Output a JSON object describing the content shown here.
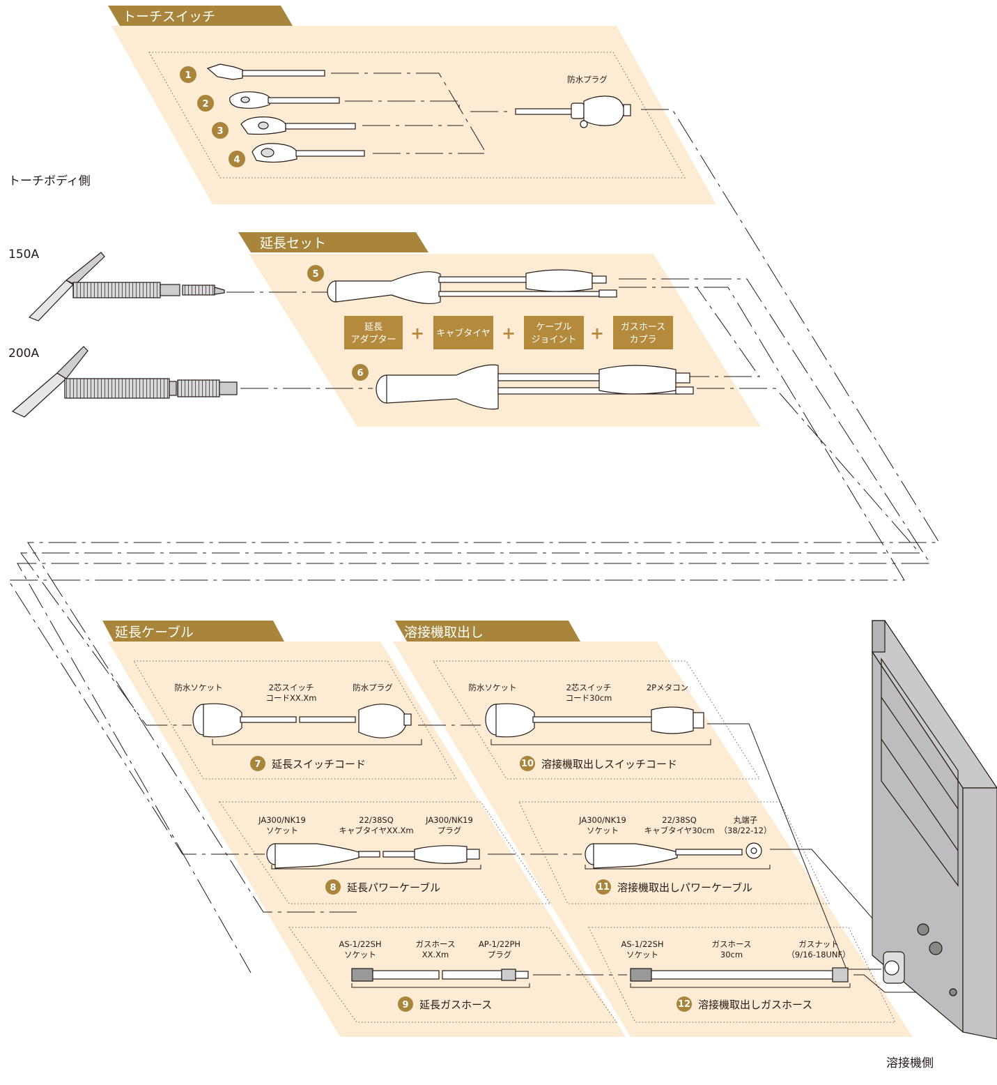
{
  "side_labels": {
    "torch_body": "トーチボディ側",
    "amp150": "150A",
    "amp200": "200A",
    "welder": "溶接機側"
  },
  "sections": {
    "torch_switch": "トーチスイッチ",
    "extension_set": "延長セット",
    "extension_cable": "延長ケーブル",
    "welder_output": "溶接機取出し"
  },
  "torch_switch": {
    "numbers": [
      "1",
      "2",
      "3",
      "4"
    ],
    "plug_label": "防水プラグ"
  },
  "extension_set": {
    "numbers": [
      "5",
      "6"
    ],
    "boxes": [
      {
        "line1": "延長",
        "line2": "アダプター"
      },
      {
        "line1": "キャブタイヤ",
        "line2": ""
      },
      {
        "line1": "ケーブル",
        "line2": "ジョイント"
      },
      {
        "line1": "ガスホース",
        "line2": "カプラ"
      }
    ],
    "plus": "+"
  },
  "extension_cable": {
    "switch": {
      "num": "7",
      "caption": "延長スイッチコード",
      "labels": [
        {
          "l1": "防水ソケット",
          "l2": ""
        },
        {
          "l1": "2芯スイッチ",
          "l2": "コードXX.Xm"
        },
        {
          "l1": "防水プラグ",
          "l2": ""
        }
      ]
    },
    "power": {
      "num": "8",
      "caption": "延長パワーケーブル",
      "labels": [
        {
          "l1": "JA300/NK19",
          "l2": "ソケット"
        },
        {
          "l1": "22/38SQ",
          "l2": "キャブタイヤXX.Xm"
        },
        {
          "l1": "JA300/NK19",
          "l2": "プラグ"
        }
      ]
    },
    "gas": {
      "num": "9",
      "caption": "延長ガスホース",
      "labels": [
        {
          "l1": "AS-1/22SH",
          "l2": "ソケット"
        },
        {
          "l1": "ガスホース",
          "l2": "XX.Xm"
        },
        {
          "l1": "AP-1/22PH",
          "l2": "プラグ"
        }
      ]
    }
  },
  "welder_output": {
    "switch": {
      "num": "10",
      "caption": "溶接機取出しスイッチコード",
      "labels": [
        {
          "l1": "防水ソケット",
          "l2": ""
        },
        {
          "l1": "2芯スイッチ",
          "l2": "コード30cm"
        },
        {
          "l1": "2Pメタコン",
          "l2": ""
        }
      ]
    },
    "power": {
      "num": "11",
      "caption": "溶接機取出しパワーケーブル",
      "labels": [
        {
          "l1": "JA300/NK19",
          "l2": "ソケット"
        },
        {
          "l1": "22/38SQ",
          "l2": "キャブタイヤ30cm"
        },
        {
          "l1": "丸端子",
          "l2": "（38/22-12）"
        }
      ]
    },
    "gas": {
      "num": "12",
      "caption": "溶接機取出しガスホース",
      "labels": [
        {
          "l1": "AS-1/22SH",
          "l2": "ソケット"
        },
        {
          "l1": "ガスホース",
          "l2": "30cm"
        },
        {
          "l1": "ガスナット",
          "l2": "（9/16-18UNF）"
        }
      ]
    }
  },
  "colors": {
    "panel": "#fdebd3",
    "accent": "#a8853b",
    "line": "#231815",
    "machine": "#c9c9cb"
  }
}
